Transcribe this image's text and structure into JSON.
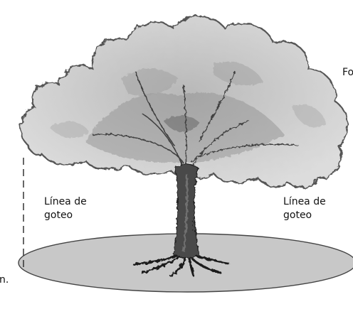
{
  "labels": {
    "drip_line_left": {
      "line1": "Línea de",
      "line2": "goteo"
    },
    "drip_line_right": {
      "line1": "Línea de",
      "line2": "goteo"
    },
    "cut_off_top_right": "Fo",
    "cut_off_bottom_left": "n."
  },
  "colors": {
    "ground_fill": "#c8c8c8",
    "ground_stroke": "#444444",
    "canopy_fill": "#cfcfcf",
    "canopy_shade": "#8f8f8f",
    "trunk": "#3a3a3a",
    "text": "#111111"
  }
}
